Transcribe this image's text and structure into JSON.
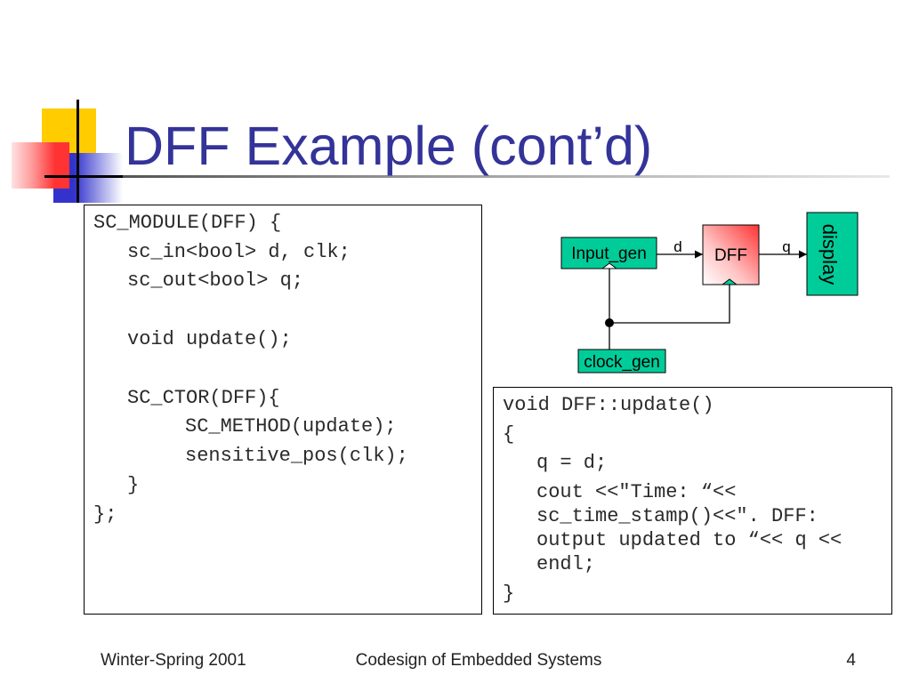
{
  "slide": {
    "title": "DFF Example (cont’d)",
    "colors": {
      "title": "#333399",
      "block_fill": "#00CC99",
      "dff_fill": "#FF3333",
      "logo_yellow": "#FFCC00",
      "logo_red": "#FF3333",
      "logo_blue": "#3333CC"
    }
  },
  "module_code": {
    "lines": [
      "SC_MODULE(DFF) {",
      "sc_in<bool> d, clk;",
      "sc_out<bool> q;",
      "void update();",
      "SC_CTOR(DFF){",
      "SC_METHOD(update);",
      "sensitive_pos(clk);",
      "}",
      "};"
    ]
  },
  "update_code": {
    "lines": [
      "void DFF::update()",
      "{",
      "q = d;",
      "cout <<\"Time: “<< sc_time_stamp()<<\". DFF: output updated to “<< q << endl;",
      "}"
    ]
  },
  "diagram": {
    "blocks": {
      "input_gen": "Input_gen",
      "dff": "DFF",
      "display": "display",
      "clock_gen": "clock_gen"
    },
    "signal_labels": {
      "d": "d",
      "q": "q"
    }
  },
  "footer": {
    "left": "Winter-Spring 2001",
    "center": "Codesign of Embedded Systems",
    "page_number": "4"
  }
}
